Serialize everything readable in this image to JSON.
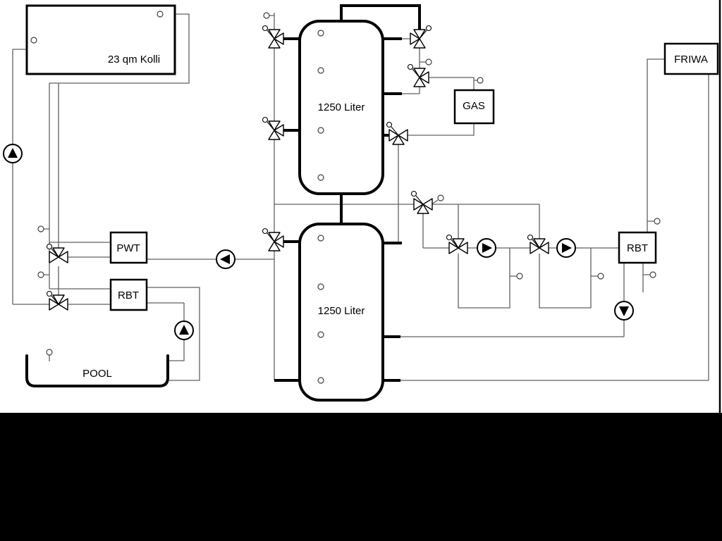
{
  "diagram": {
    "labels": {
      "collector": "23 qm Kolli",
      "tank_top": "1250 Liter",
      "tank_bottom": "1250 Liter",
      "pwt": "PWT",
      "rbt_left": "RBT",
      "pool": "POOL",
      "gas": "GAS",
      "rbt_right": "RBT",
      "friwa": "FRIWA"
    },
    "icons": {
      "pump-icon": "circle with solid flow-direction triangle",
      "three-way-valve-icon": "bowtie triangles with actuator circle",
      "sensor-icon": "small open circle",
      "tank-icon": "rounded rectangle vessel"
    },
    "colors": {
      "pipe_thin": "#606060",
      "pipe_thick": "#000000",
      "component_stroke": "#000000",
      "background": "#ffffff",
      "letterbox": "#000000"
    }
  }
}
